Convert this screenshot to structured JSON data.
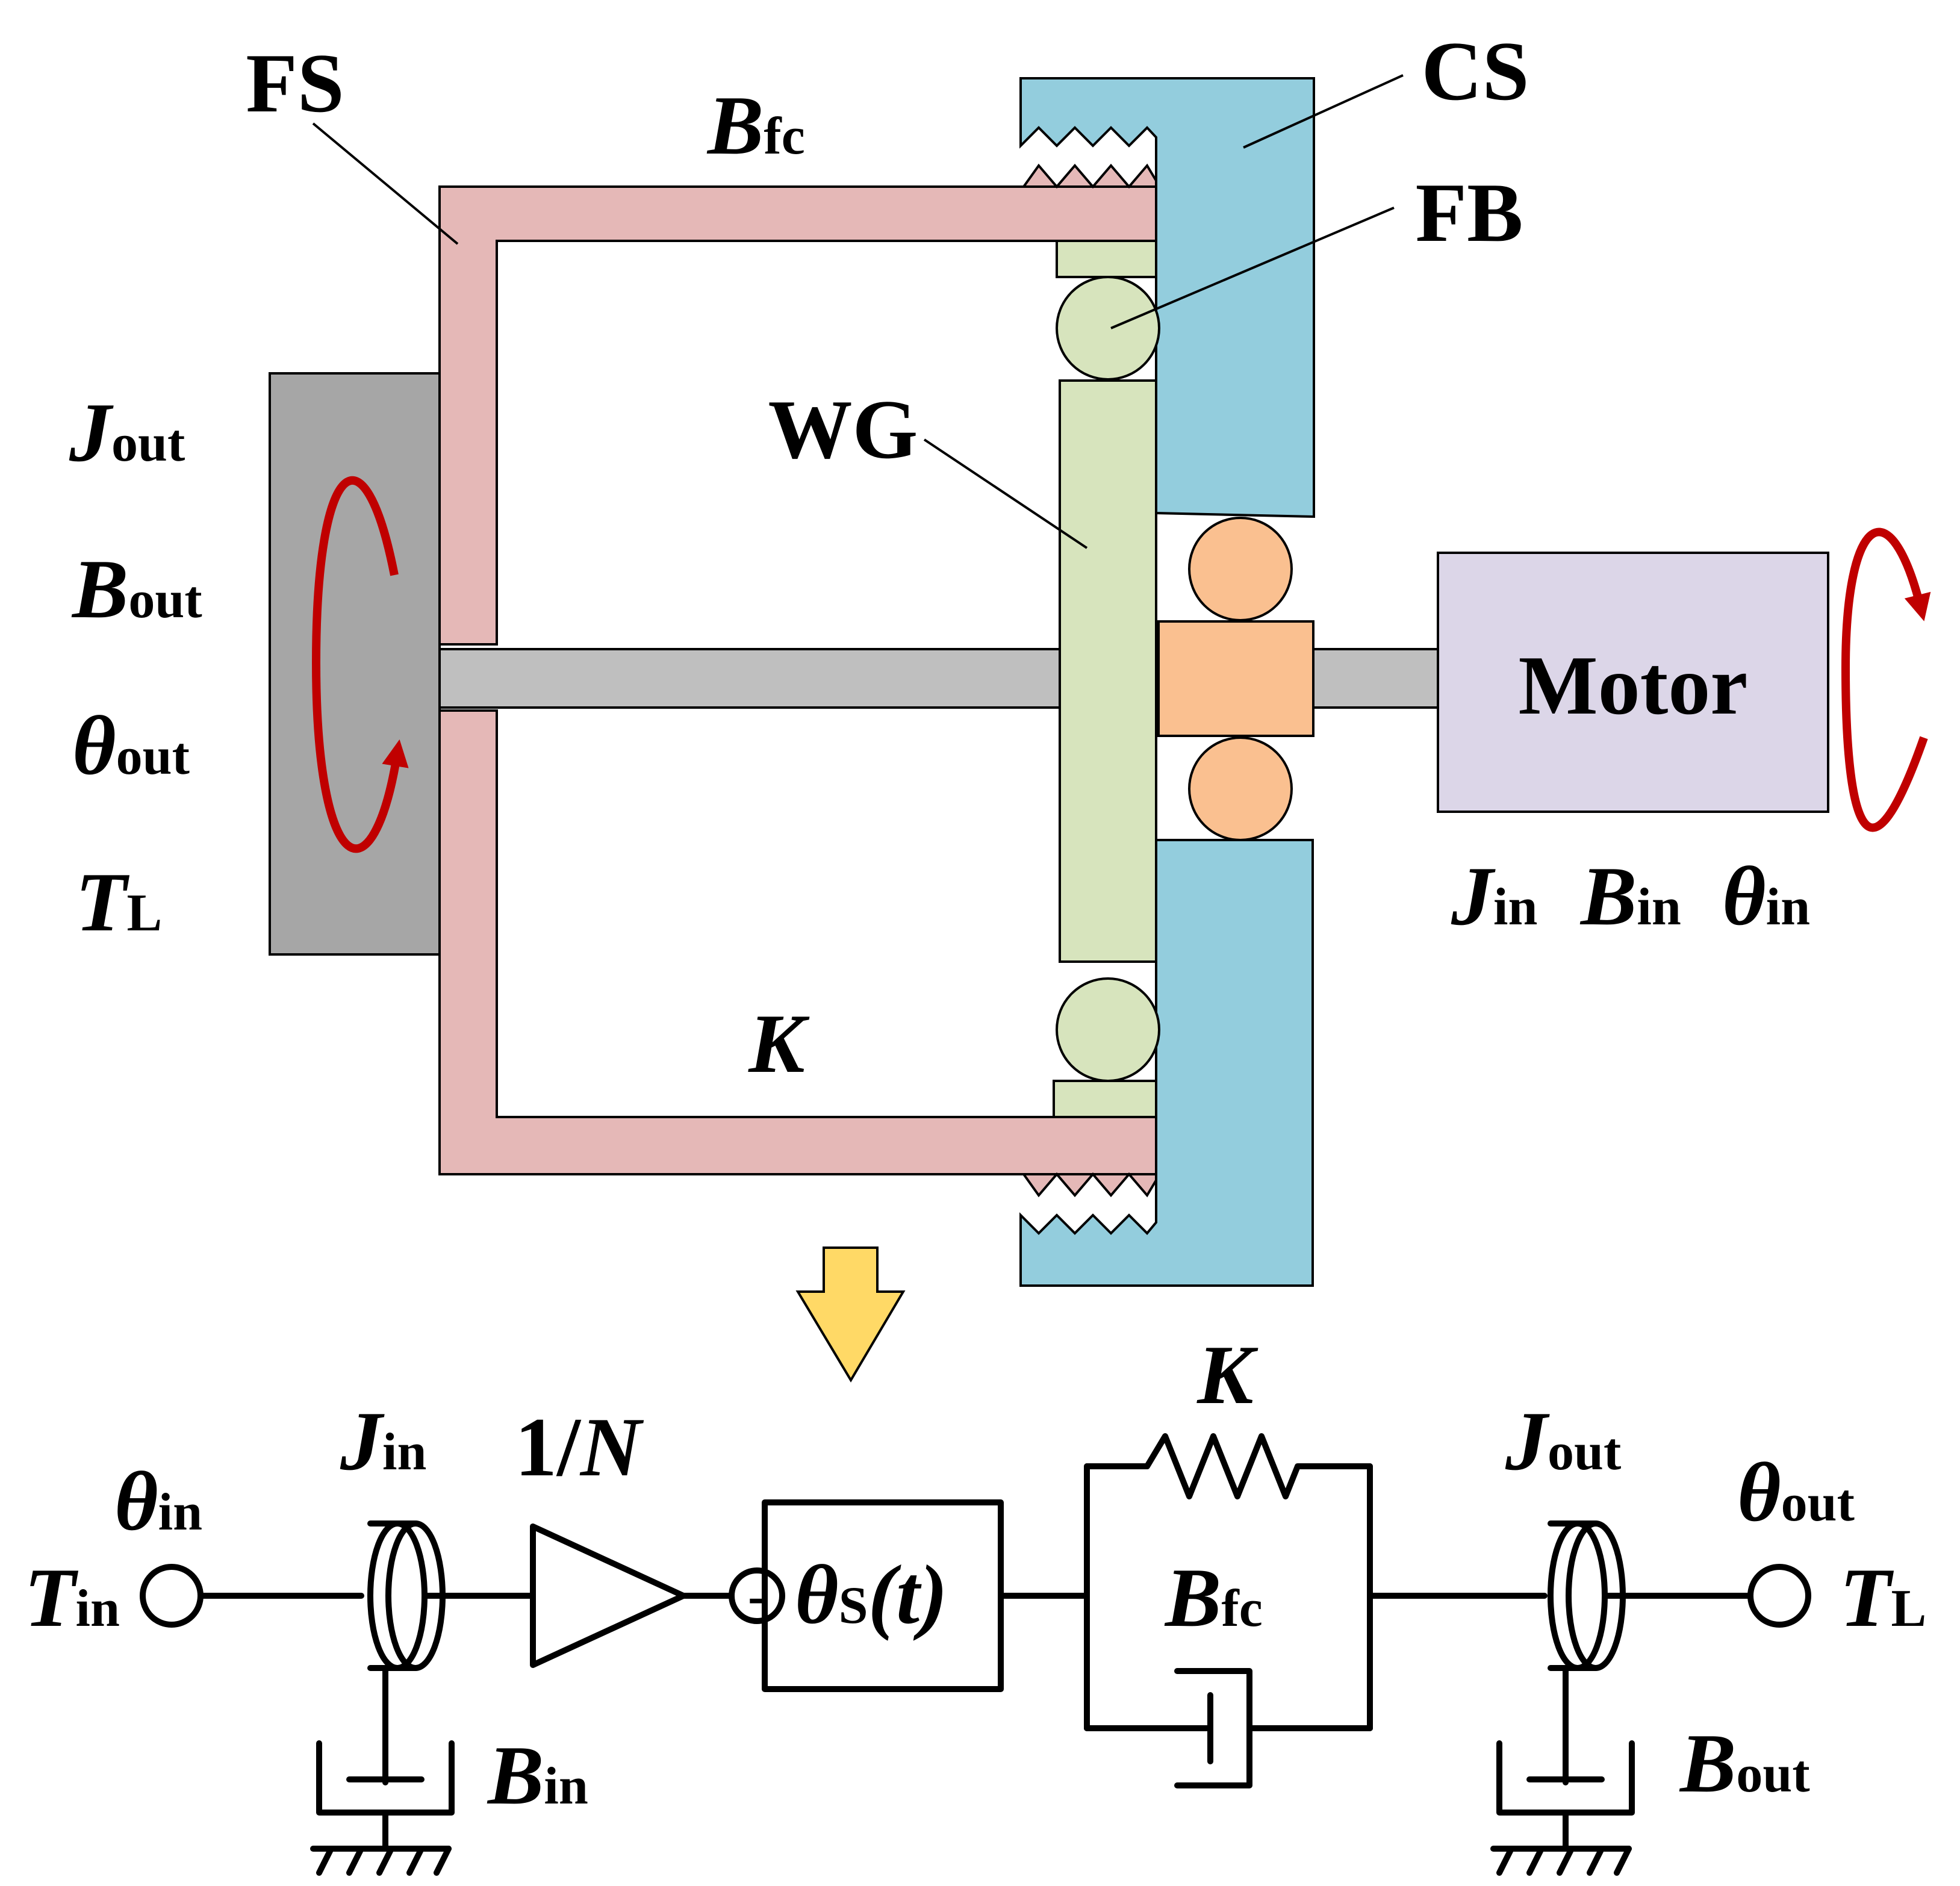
{
  "colors": {
    "flexspline": "#e5b8b7",
    "circular_spline": "#93cddd",
    "wave_generator": "#d7e4bd",
    "motor_bearing": "#fac090",
    "motor": "#dcd6e8",
    "output_link": "#a6a6a6",
    "shaft": "#bfbfbf",
    "rotation_arrow": "#c00000",
    "down_arrow": "#ffd966"
  },
  "mechanism": {
    "fs_label": "FS",
    "cs_label": "CS",
    "fb_label": "FB",
    "wg_label": "WG",
    "motor_label": "Motor",
    "bfc": {
      "main": "B",
      "sub": "fc"
    },
    "k": "K",
    "output_params": [
      {
        "main": "J",
        "sub": "out"
      },
      {
        "main": "B",
        "sub": "out"
      },
      {
        "main": "θ",
        "sub": "out"
      },
      {
        "main": "T",
        "sub": "L"
      }
    ],
    "input_params": [
      {
        "main": "J",
        "sub": "in"
      },
      {
        "main": "B",
        "sub": "in"
      },
      {
        "main": "θ",
        "sub": "in"
      }
    ]
  },
  "model": {
    "theta_in": {
      "main": "θ",
      "sub": "in"
    },
    "t_in": {
      "main": "T",
      "sub": "in"
    },
    "j_in": {
      "main": "J",
      "sub": "in"
    },
    "b_in": {
      "main": "B",
      "sub": "in"
    },
    "gear_ratio": {
      "num": "1/",
      "den": "N"
    },
    "minus_sign": "-",
    "theta_s": {
      "main": "θ",
      "sub": "S",
      "arg": "(t)"
    },
    "k": "K",
    "bfc": {
      "main": "B",
      "sub": "fc"
    },
    "j_out": {
      "main": "J",
      "sub": "out"
    },
    "theta_out": {
      "main": "θ",
      "sub": "out"
    },
    "t_l": {
      "main": "T",
      "sub": "L"
    },
    "b_out": {
      "main": "B",
      "sub": "out"
    }
  }
}
